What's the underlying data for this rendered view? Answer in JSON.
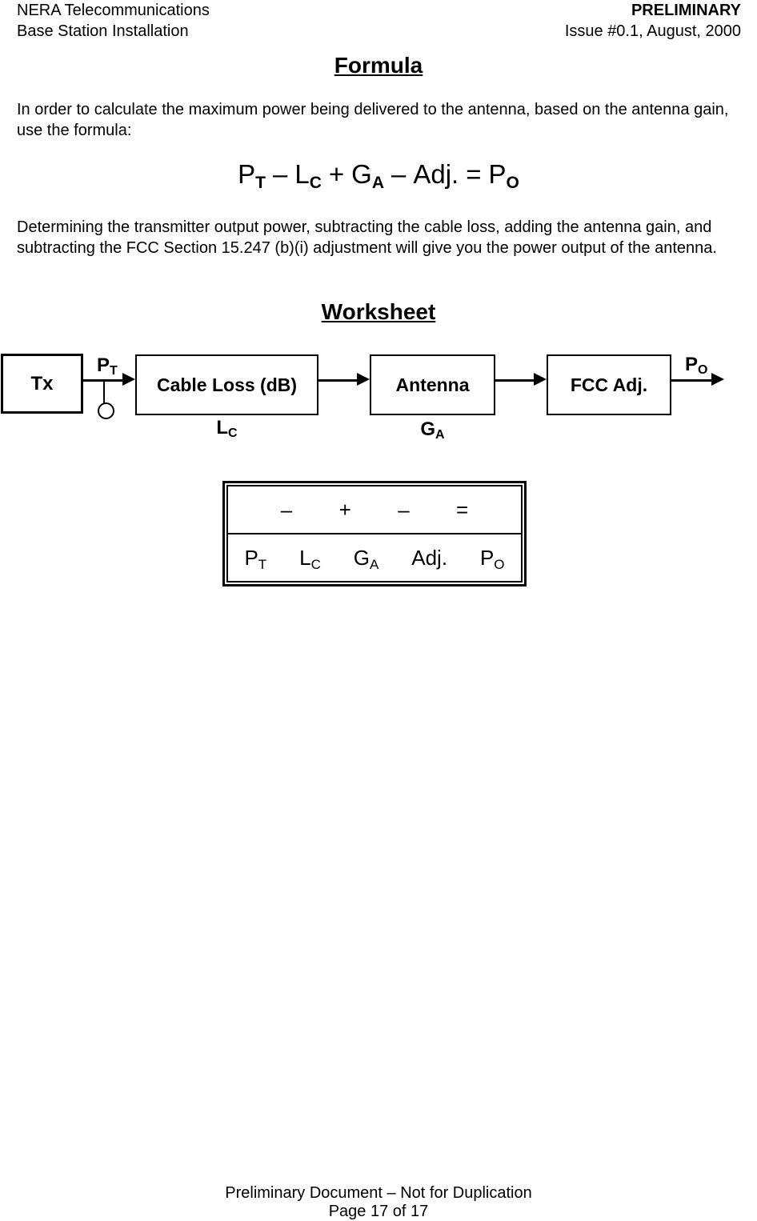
{
  "header": {
    "left_line1": "NERA Telecommunications",
    "left_line2": "Base Station Installation",
    "right_line1": "PRELIMINARY",
    "right_line2": "Issue #0.1, August, 2000"
  },
  "formula_section": {
    "title": "Formula",
    "intro_lines": [
      "In order to calculate the maximum power being delivered to the antenna, based on the antenna gain,",
      "use the formula:"
    ],
    "formula": {
      "t1_base": "P",
      "t1_sub": "T",
      "op1": "–",
      "t2_base": "L",
      "t2_sub": "C",
      "op2": "+",
      "t3_base": "G",
      "t3_sub": "A",
      "op3": "–",
      "t4": "Adj.",
      "op4": "=",
      "t5_base": "P",
      "t5_sub": "O"
    },
    "explanation_lines": [
      "Determining the transmitter output power, subtracting the cable loss, adding the antenna gain, and",
      "subtracting the FCC Section 15.247 (b)(i) adjustment will give you the power output of the antenna."
    ]
  },
  "worksheet_section": {
    "title": "Worksheet",
    "diagram": {
      "tx_label": "Tx",
      "cable_label": "Cable Loss (dB)",
      "antenna_label": "Antenna",
      "fcc_label": "FCC Adj.",
      "pt": {
        "base": "P",
        "sub": "T"
      },
      "lc": {
        "base": "L",
        "sub": "C"
      },
      "ga": {
        "base": "G",
        "sub": "A"
      },
      "po": {
        "base": "P",
        "sub": "O"
      }
    },
    "table": {
      "operators": [
        "–",
        "+",
        "–",
        "="
      ],
      "variables": [
        {
          "base": "P",
          "sub": "T"
        },
        {
          "base": "L",
          "sub": "C"
        },
        {
          "base": "G",
          "sub": "A"
        },
        {
          "base": "Adj.",
          "sub": ""
        },
        {
          "base": "P",
          "sub": "O"
        }
      ]
    }
  },
  "footer": {
    "line1": "Preliminary Document – Not for Duplication",
    "line2": "Page 17 of 17"
  }
}
